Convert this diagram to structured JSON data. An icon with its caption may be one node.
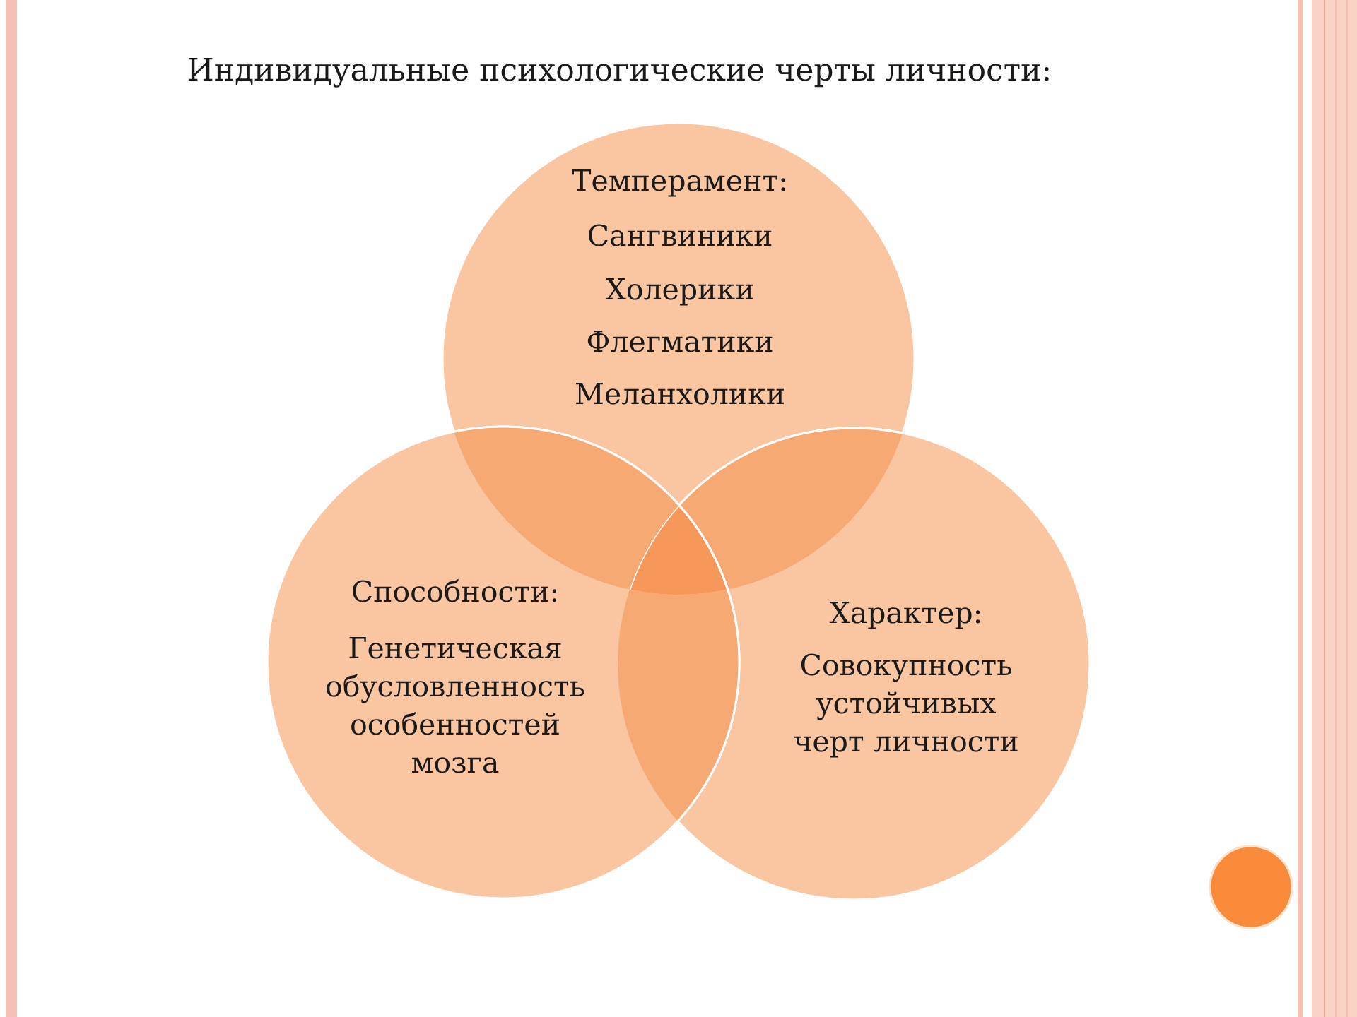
{
  "diagram": {
    "title": "Индивидуальные психологические черты личности:",
    "nodes": [
      {
        "text": [
          "Темперамент:",
          "Сангвиники",
          "Холерики",
          "Флегматики",
          "Меланхолики"
        ]
      },
      {
        "text": [
          "Способности:",
          "Генетическая обусловленность особенностей мозга"
        ]
      },
      {
        "text": [
          "Характер:",
          "Совокупность устойчивых черт личности"
        ]
      }
    ]
  }
}
